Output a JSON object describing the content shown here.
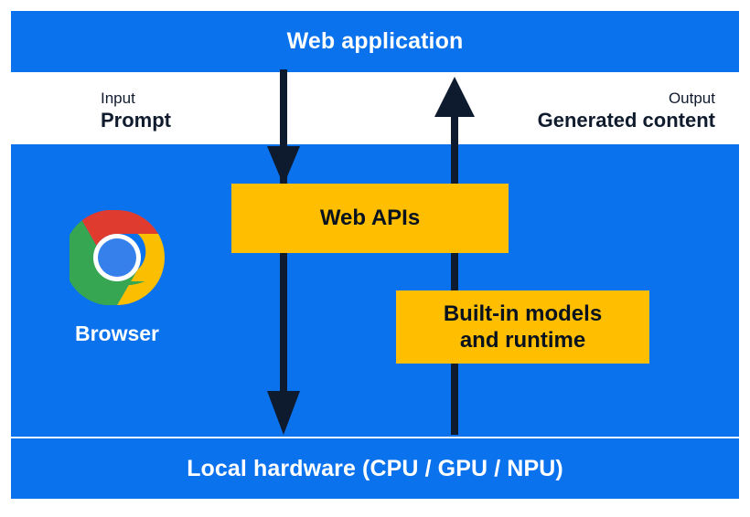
{
  "diagram": {
    "title_layer": "Web application",
    "colors": {
      "blue": "#0b72ee",
      "yellow": "#ffbe00",
      "arrow": "#0e1b2e",
      "text_dark": "#101c2e",
      "text_light": "#ffffff"
    },
    "layers": [
      {
        "name": "web-application",
        "label": "Web application"
      },
      {
        "name": "browser",
        "label": "Browser"
      },
      {
        "name": "local-hardware",
        "label": "Local hardware (CPU / GPU / NPU)"
      }
    ],
    "io": {
      "input": {
        "kind": "Input",
        "value": "Prompt"
      },
      "output": {
        "kind": "Output",
        "value": "Generated content"
      }
    },
    "boxes": [
      {
        "name": "web-apis",
        "label": "Web APIs"
      },
      {
        "name": "built-in-models",
        "line1": "Built-in models",
        "line2": "and runtime"
      }
    ],
    "browser": {
      "caption": "Browser",
      "logo": "chrome-logo"
    },
    "arrows": [
      {
        "name": "input-flow-arrow",
        "direction": "down",
        "from": "Web application",
        "to": "Local hardware (CPU / GPU / NPU)"
      },
      {
        "name": "output-flow-arrow",
        "direction": "up",
        "from": "Local hardware (CPU / GPU / NPU)",
        "to": "Web application"
      }
    ]
  }
}
